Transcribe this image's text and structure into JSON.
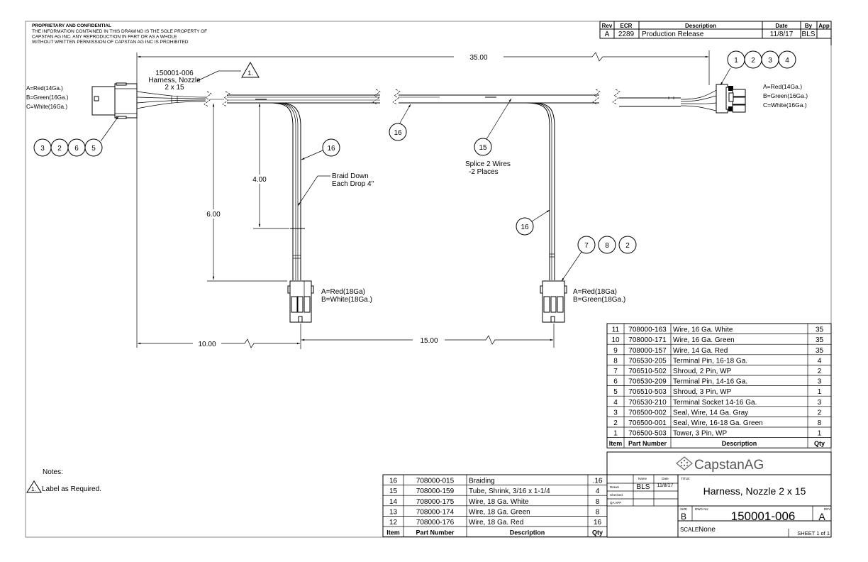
{
  "confidential": {
    "heading": "PROPRIETARY AND CONFIDENTIAL",
    "lines": [
      "THE INFORMATION CONTAINED IN THIS DRAWING IS THE SOLE PROPERTY OF",
      "CAPSTAN AG INC. ANY REPRODUCTION IN PART OR AS A WHOLE",
      "WITHOUT WRITTEN PERMISSION OF CAPSTAN AG INC IS PROHIBITED"
    ]
  },
  "revision_table": {
    "headers": [
      "Rev",
      "ECR",
      "Description",
      "Date",
      "By",
      "App"
    ],
    "rows": [
      [
        "A",
        "2289",
        "Production Release",
        "11/8/17",
        "BLS",
        ""
      ]
    ]
  },
  "drawing": {
    "harness_label": [
      "150001-006",
      "Harness, Nozzle",
      "2 x 15"
    ],
    "note_flag": "1.",
    "left_connector_pins": [
      "A=Red(14Ga.)",
      "B=Green(16Ga.)",
      "C=White(16Ga.)"
    ],
    "right_connector_pins": [
      "A=Red(14Ga.)",
      "B=Green(16Ga.)",
      "C=White(16Ga.)"
    ],
    "drop1_pins": [
      "A=Red(18Ga)",
      "B=White(18Ga.)"
    ],
    "drop2_pins": [
      "A=Red(18Ga)",
      "B=Green(18Ga.)"
    ],
    "balloons_left": [
      "3",
      "2",
      "6",
      "5"
    ],
    "balloons_right": [
      "1",
      "2",
      "3",
      "4"
    ],
    "balloons_drop2": [
      "7",
      "8",
      "2"
    ],
    "balloon_braid_trunk": "16",
    "balloon_braid_drop1": "16",
    "balloon_braid_drop2": "16",
    "balloon_splice": "15",
    "splice_note": [
      "Splice 2 Wires",
      "-2 Places"
    ],
    "braid_note": [
      "Braid Down",
      "Each Drop 4\""
    ],
    "dimensions": {
      "overall": "35.00",
      "drop_braid": "4.00",
      "drop_length": "6.00",
      "first_drop": "10.00",
      "drop_spacing": "15.00"
    }
  },
  "notes": {
    "heading": "Notes:",
    "items": [
      {
        "flag": "1.",
        "text": "Label as Required."
      }
    ]
  },
  "bom_right": {
    "headers": [
      "Item",
      "Part Number",
      "Description",
      "Qty"
    ],
    "rows": [
      [
        "11",
        "708000-163",
        "Wire, 16 Ga. White",
        "35"
      ],
      [
        "10",
        "708000-171",
        "Wire, 16 Ga. Green",
        "35"
      ],
      [
        "9",
        "708000-157",
        "Wire, 14 Ga. Red",
        "35"
      ],
      [
        "8",
        "706530-205",
        "Terminal Pin, 16-18 Ga.",
        "4"
      ],
      [
        "7",
        "706510-502",
        "Shroud, 2 Pin, WP",
        "2"
      ],
      [
        "6",
        "706530-209",
        "Terminal Pin, 14-16 Ga.",
        "3"
      ],
      [
        "5",
        "706510-503",
        "Shroud, 3 Pin, WP",
        "1"
      ],
      [
        "4",
        "706530-210",
        "Terminal Socket 14-16 Ga.",
        "3"
      ],
      [
        "3",
        "706500-002",
        "Seal, Wire, 14 Ga. Gray",
        "2"
      ],
      [
        "2",
        "706500-001",
        "Seal, Wire, 16-18 Ga. Green",
        "8"
      ],
      [
        "1",
        "706500-503",
        "Tower, 3 Pin, WP",
        "1"
      ]
    ]
  },
  "bom_left": {
    "headers": [
      "Item",
      "Part Number",
      "Description",
      "Qty"
    ],
    "rows": [
      [
        "16",
        "708000-015",
        "Braiding",
        ".16"
      ],
      [
        "15",
        "708000-159",
        "Tube, Shrink, 3/16 x 1-1/4",
        "4"
      ],
      [
        "14",
        "708000-175",
        "Wire, 18 Ga. White",
        "8"
      ],
      [
        "13",
        "708000-174",
        "Wire, 18 Ga. Green",
        "8"
      ],
      [
        "12",
        "708000-176",
        "Wire, 18 Ga. Red",
        "16"
      ]
    ]
  },
  "title_block": {
    "company": "CapstanAG",
    "name_header": "Name",
    "date_header": "Date",
    "drawn_label": "Drawn",
    "drawn_name": "BLS",
    "drawn_date": "11/8/17",
    "checked_label": "Checked",
    "qa_label": "QA APP",
    "title_label": "TITLE:",
    "title": "Harness, Nozzle 2 x 15",
    "size_label": "SIZE",
    "size": "B",
    "dwg_label": "DWG No:",
    "dwg_no": "150001-006",
    "rev_label": "REV",
    "rev": "A",
    "scale_label": "SCALE:",
    "scale": "None",
    "sheet": "SHEET 1 of 1"
  },
  "colors": {
    "line": "#000000",
    "border": "#888888",
    "logo": "#555555"
  }
}
